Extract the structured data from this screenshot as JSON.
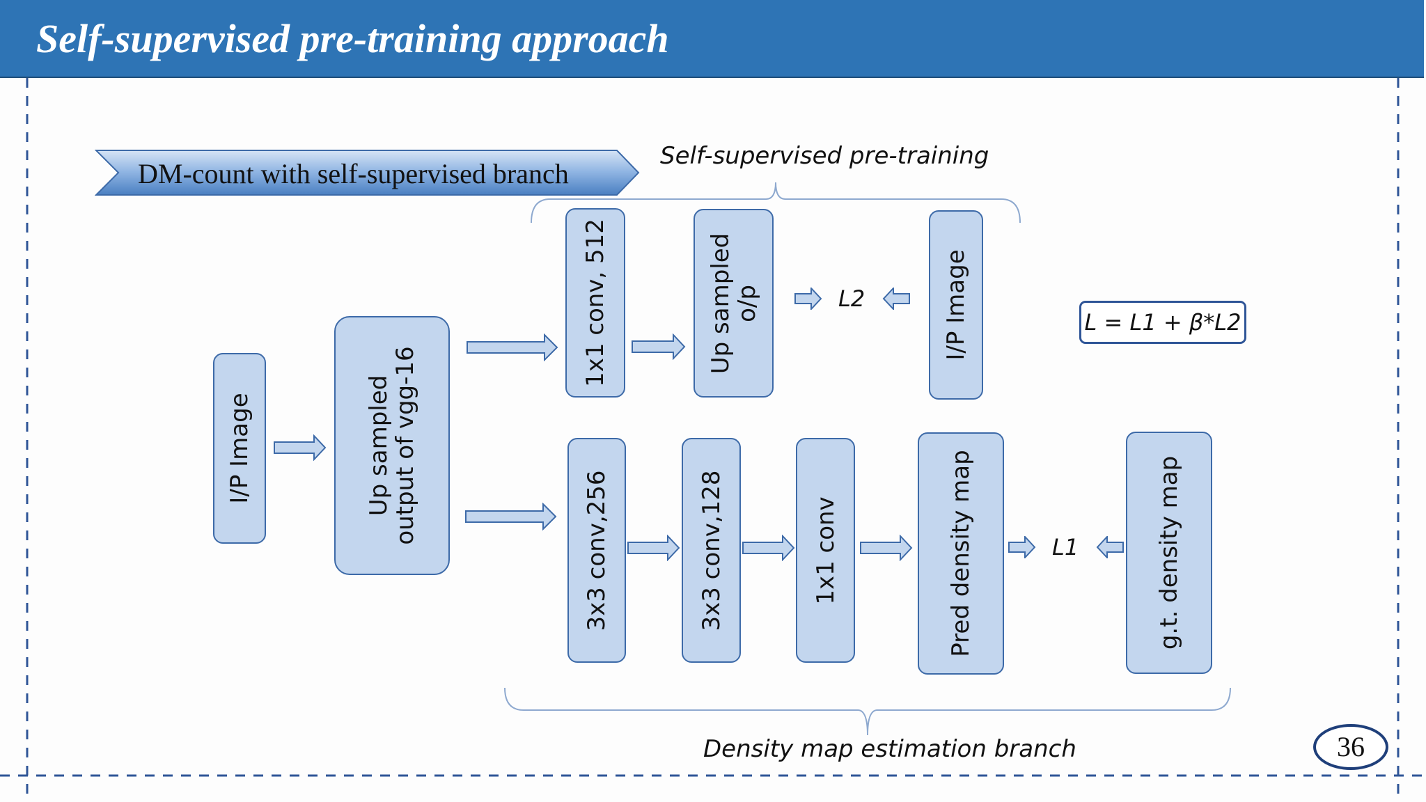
{
  "header": {
    "title": "Self-supervised pre-training approach"
  },
  "tag": {
    "label": "DM-count with self-supervised branch"
  },
  "captions": {
    "top": "Self-supervised pre-training",
    "bottom": "Density map estimation branch"
  },
  "nodes": {
    "input": "I/P Image",
    "vgg": "Up sampled\noutput of vgg-16",
    "top_conv": "1x1 conv, 512",
    "top_up": "Up sampled\no/p",
    "top_input": "I/P Image",
    "conv256": "3x3 conv,256",
    "conv128": "3x3 conv,128",
    "conv1": "1x1 conv",
    "pred": "Pred density map",
    "gt": "g.t. density map"
  },
  "losses": {
    "l2": "L2",
    "l1": "L1"
  },
  "formula": "L = L1 + β*L2",
  "page_number": "36",
  "colors": {
    "header_bg": "#2e74b5",
    "box_fill": "#c3d6ee",
    "box_border": "#3d6aa8",
    "frame_dash": "#2f5597"
  }
}
